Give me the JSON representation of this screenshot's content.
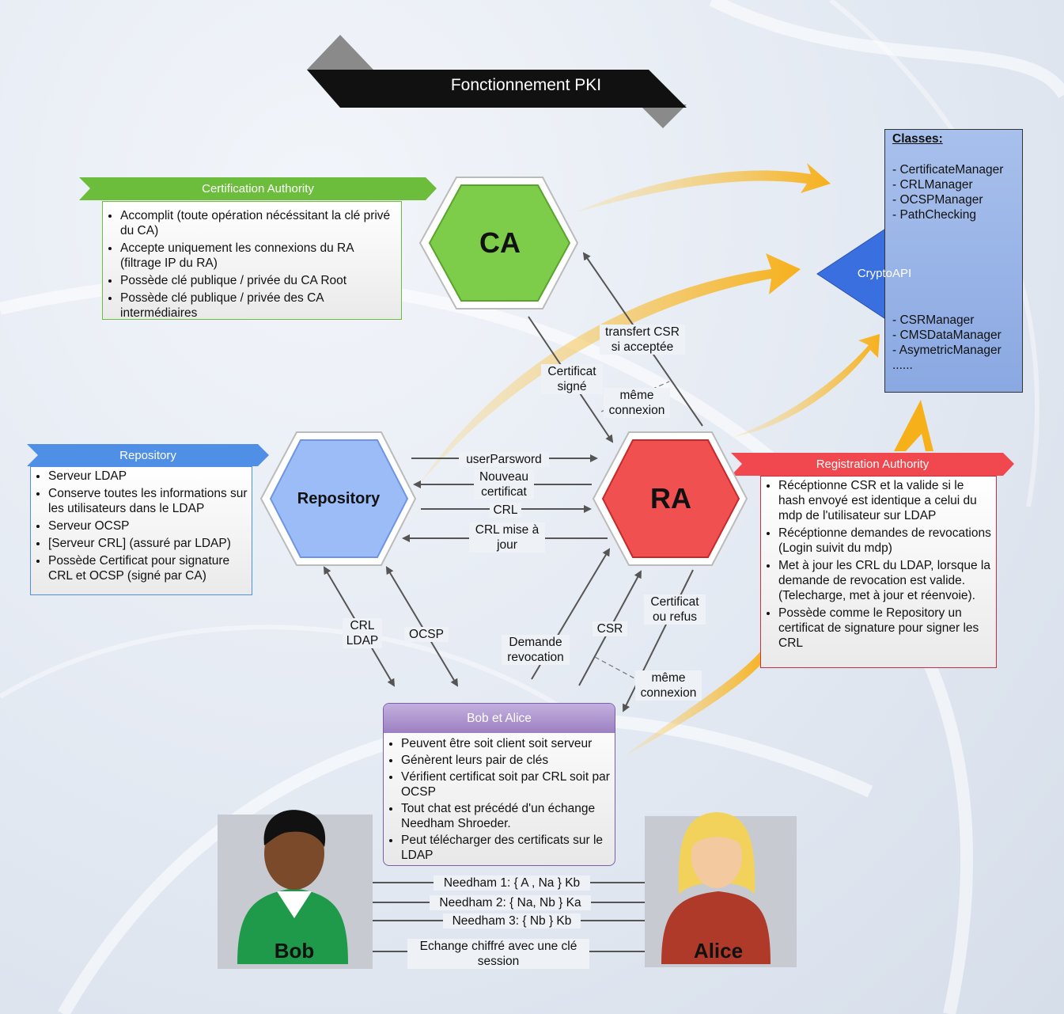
{
  "title": "Fonctionnement PKI",
  "ca": {
    "hex_label": "CA",
    "ribbon": "Certification Authority",
    "items": [
      "Accomplit (toute opération nécéssitant la clé privé du CA)",
      "Accepte uniquement les connexions du RA (filtrage IP du RA)",
      "Possède clé publique / privée du CA Root",
      "Possède clé publique / privée des CA intermédiaires"
    ]
  },
  "repository": {
    "hex_label": "Repository",
    "ribbon": "Repository",
    "items": [
      "Serveur LDAP",
      "Conserve toutes les informations sur les utilisateurs dans le LDAP",
      "Serveur OCSP",
      "[Serveur CRL] (assuré par LDAP)",
      "Possède Certificat pour signature CRL et OCSP (signé par CA)"
    ]
  },
  "ra": {
    "hex_label": "RA",
    "ribbon": "Registration Authority",
    "items": [
      "Récéptionne CSR et la valide si le hash envoyé est identique a celui du mdp de l'utilisateur sur LDAP",
      "Récéptionne demandes de revocations (Login suivit du mdp)",
      "Met à jour les CRL du LDAP, lorsque la demande de revocation est valide. (Telecharge, met à jour et réenvoie).",
      "Possède comme le Repository un certificat de signature pour signer les CRL"
    ]
  },
  "bob_alice": {
    "header": "Bob et Alice",
    "items": [
      "Peuvent être soit client soit serveur",
      "Génèrent leurs pair de clés",
      "Vérifient certificat soit par CRL soit par OCSP",
      "Tout chat est précédé d'un échange Needham Shroeder.",
      "Peut télécharger des certificats sur le LDAP"
    ]
  },
  "classes": {
    "header": "Classes:",
    "top": [
      "- CertificateManager",
      "- CRLManager",
      "- OCSPManager",
      "- PathChecking"
    ],
    "diamond": "CryptoAPI",
    "bottom": [
      "- CSRManager",
      "- CMSDataManager",
      "- AsymetricManager"
    ],
    "ellipsis": "......"
  },
  "edges": {
    "transfert_csr": "transfert CSR si acceptée",
    "certificat_signe": "Certificat signé",
    "meme_connexion_1": "même connexion",
    "user_password": "userParsword",
    "nouveau_certificat": "Nouveau certificat",
    "crl": "CRL",
    "crl_mise_a_jour": "CRL mise à jour",
    "crl_ldap": "CRL LDAP",
    "ocsp": "OCSP",
    "demande_revocation": "Demande revocation",
    "csr": "CSR",
    "certificat_ou_refus": "Certificat ou refus",
    "meme_connexion_2": "même connexion"
  },
  "people": {
    "bob": "Bob",
    "alice": "Alice",
    "needham1": "Needham 1: { A , Na } Kb",
    "needham2": "Needham 2: { Na, Nb } Ka",
    "needham3": "Needham 3: { Nb } Kb",
    "echange": "Echange chiffré avec une clé session"
  },
  "colors": {
    "ca_green": "#7dcc4a",
    "repo_blue": "#9cbcf8",
    "ra_red": "#f05050",
    "bob_alice_purple": "#a890c8",
    "classes_blue": "#9ab4ea",
    "arrow_orange": "#f6b81c"
  }
}
